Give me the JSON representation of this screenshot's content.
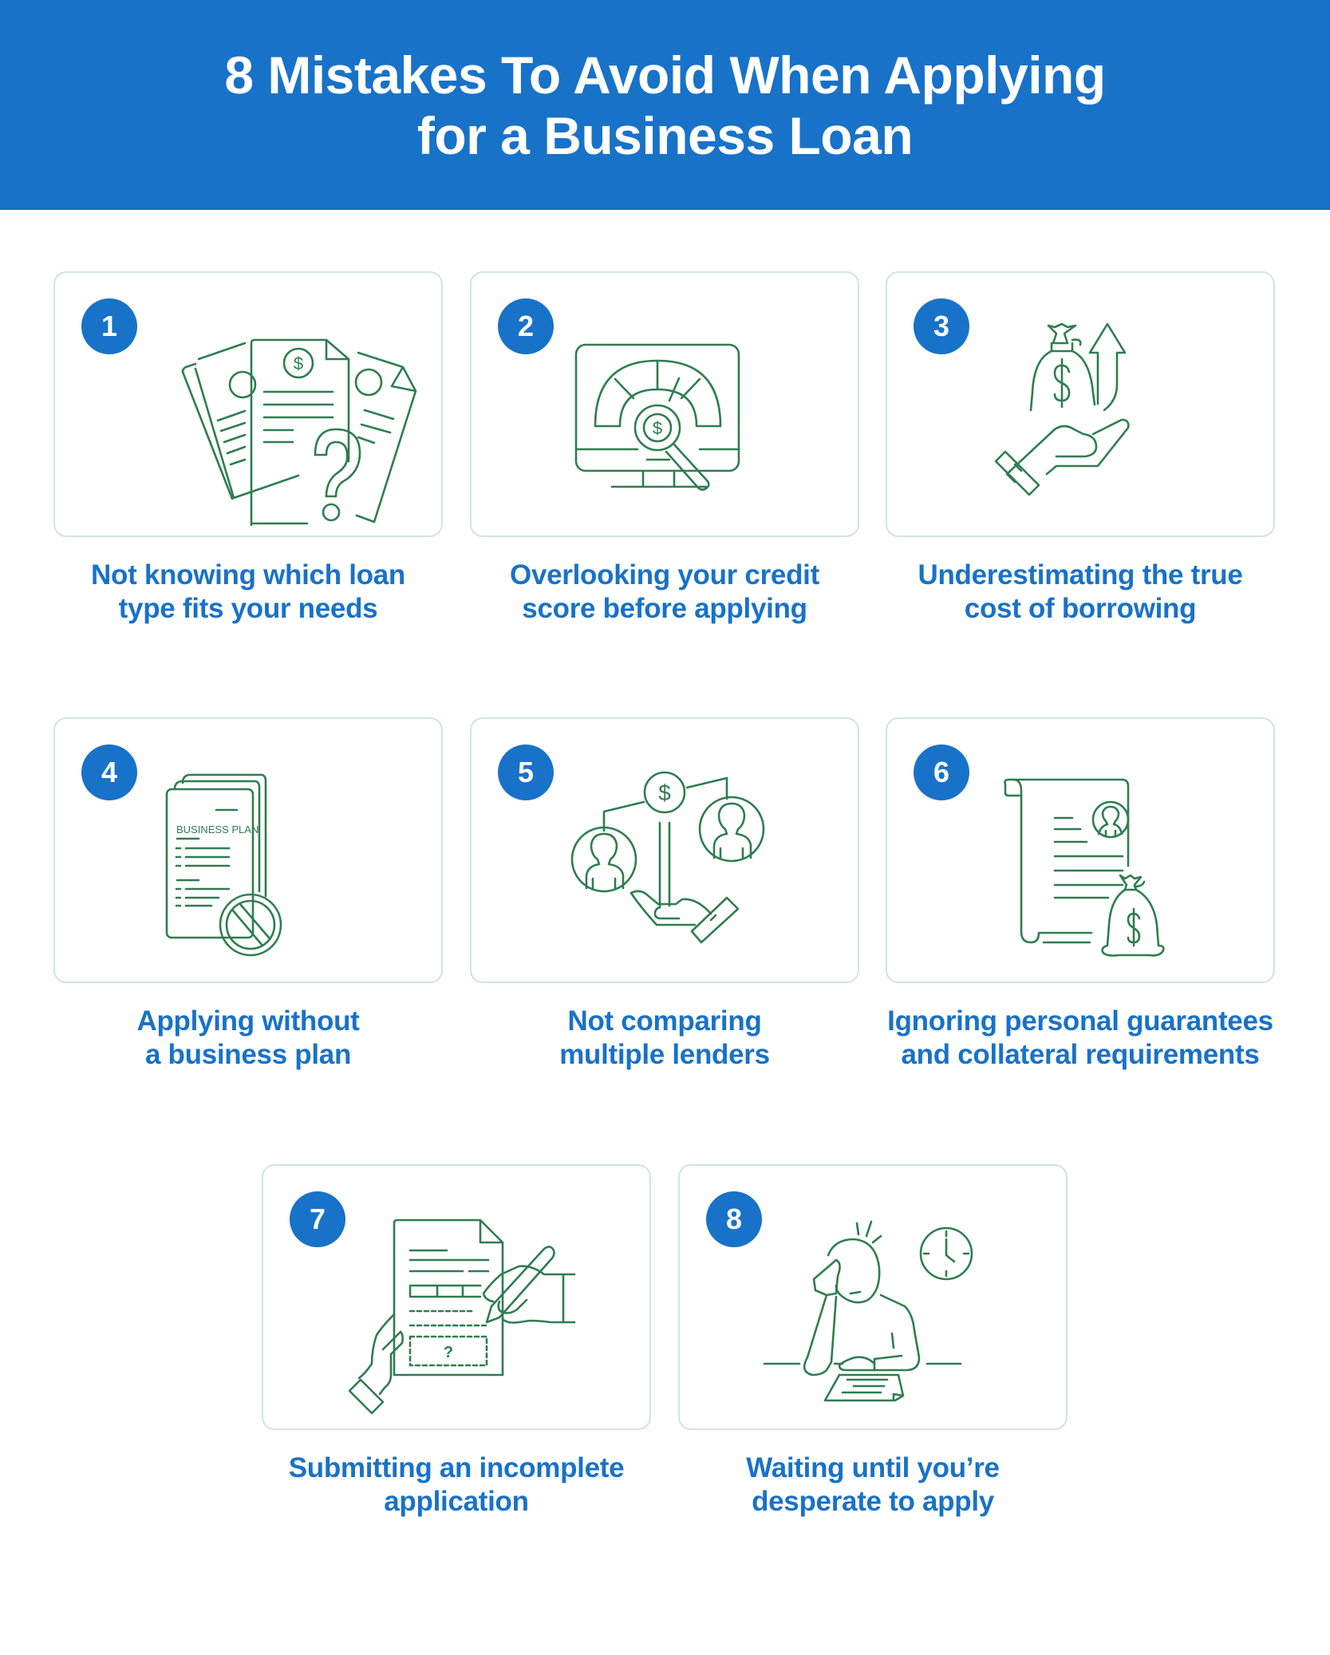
{
  "header": {
    "title_line_1": "8 Mistakes To Avoid When Applying",
    "title_line_2": "for a Business Loan",
    "background_color": "#1872c8"
  },
  "colors": {
    "accent_blue": "#1872c8",
    "icon_green": "#2e7d4f",
    "card_border": "#cfe6dc"
  },
  "mistakes": [
    {
      "number": "1",
      "icon": "loan-documents-question-icon",
      "caption_line_1": "Not knowing which loan",
      "caption_line_2": "type fits your needs"
    },
    {
      "number": "2",
      "icon": "credit-score-monitor-icon",
      "caption_line_1": "Overlooking your credit",
      "caption_line_2": "score before applying"
    },
    {
      "number": "3",
      "icon": "money-bag-hand-arrow-icon",
      "caption_line_1": "Underestimating the true",
      "caption_line_2": "cost of borrowing"
    },
    {
      "number": "4",
      "icon": "business-plan-prohibited-icon",
      "icon_text": "BUSINESS PLAN",
      "caption_line_1": "Applying without",
      "caption_line_2": "a business plan"
    },
    {
      "number": "5",
      "icon": "lender-comparison-scale-icon",
      "caption_line_1": "Not comparing",
      "caption_line_2": "multiple lenders"
    },
    {
      "number": "6",
      "icon": "guarantee-document-money-bag-icon",
      "caption_line_1": "Ignoring personal guarantees",
      "caption_line_2": "and collateral requirements"
    },
    {
      "number": "7",
      "icon": "incomplete-application-form-icon",
      "icon_text": "?",
      "caption_line_1": "Submitting an incomplete",
      "caption_line_2": "application"
    },
    {
      "number": "8",
      "icon": "stressed-person-clock-icon",
      "caption_line_1": "Waiting until you’re",
      "caption_line_2": "desperate to apply"
    }
  ]
}
